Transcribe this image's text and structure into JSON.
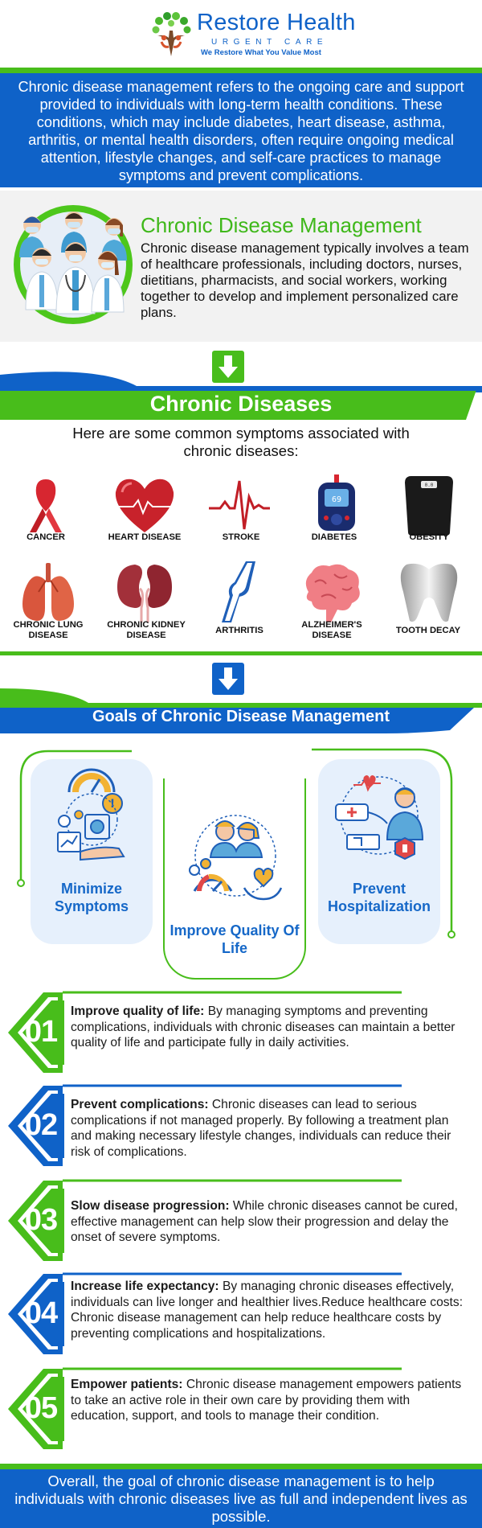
{
  "brand": {
    "name": "Restore Health",
    "subtitle": "URGENT CARE",
    "tagline": "We Restore What You Value Most"
  },
  "intro": {
    "text": "Chronic disease management refers to the ongoing care and support provided to individuals with long-term health conditions. These conditions, which may include diabetes, heart disease, asthma, arthritis, or mental health disorders, often require ongoing medical attention, lifestyle changes, and self-care practices to manage symptoms and prevent complications."
  },
  "cdm": {
    "title": "Chronic Disease Management",
    "text": "Chronic disease management typically involves a team of healthcare professionals, including doctors, nurses, dietitians, pharmacists, and social workers, working together to develop and implement personalized care plans."
  },
  "diseases": {
    "title": "Chronic Diseases",
    "subtitle": "Here are some common symptoms associated with chronic diseases:",
    "items": [
      {
        "label": "CANCER",
        "icon": "ribbon-icon"
      },
      {
        "label": "HEART DISEASE",
        "icon": "heart-icon"
      },
      {
        "label": "STROKE",
        "icon": "ecg-icon"
      },
      {
        "label": "DIABETES",
        "icon": "glucometer-icon"
      },
      {
        "label": "OBESITY",
        "icon": "scale-icon"
      },
      {
        "label": "CHRONIC LUNG DISEASE",
        "icon": "lungs-icon"
      },
      {
        "label": "CHRONIC KIDNEY DISEASE",
        "icon": "kidneys-icon"
      },
      {
        "label": "ARTHRITIS",
        "icon": "knee-icon"
      },
      {
        "label": "ALZHEIMER'S DISEASE",
        "icon": "brain-icon"
      },
      {
        "label": "TOOTH DECAY",
        "icon": "tooth-icon"
      }
    ]
  },
  "goals": {
    "title": "Goals of Chronic Disease Management",
    "items": [
      {
        "label": "Minimize Symptoms"
      },
      {
        "label": "Improve Quality Of Life"
      },
      {
        "label": "Prevent Hospitalization"
      }
    ]
  },
  "numbered": [
    {
      "num": "01",
      "lead": "Improve quality of life:",
      "text": " By managing symptoms and preventing complications, individuals with chronic diseases can maintain a better quality of life and participate fully in daily activities."
    },
    {
      "num": "02",
      "lead": "Prevent complications:",
      "text": " Chronic diseases can lead to serious complications if not managed properly. By following a treatment plan and making necessary lifestyle changes, individuals can reduce their risk of complications."
    },
    {
      "num": "03",
      "lead": "Slow disease progression:",
      "text": " While chronic diseases cannot be cured, effective management can help slow their progression and delay the onset of severe symptoms."
    },
    {
      "num": "04",
      "lead": "Increase life expectancy:",
      "text": " By managing chronic diseases effectively, individuals can live longer and healthier lives.Reduce healthcare costs: Chronic disease management can help reduce healthcare costs by preventing complications and hospitalizations."
    },
    {
      "num": "05",
      "lead": "Empower patients:",
      "text": " Chronic disease management empowers patients to take an active role in their own care by providing them with education, support, and tools to manage their condition."
    }
  ],
  "footer": {
    "text": "Overall, the goal of chronic disease management is to help individuals with chronic diseases live as full and independent lives as possible."
  },
  "colors": {
    "blue": "#0f62c8",
    "green": "#48bd1b"
  }
}
